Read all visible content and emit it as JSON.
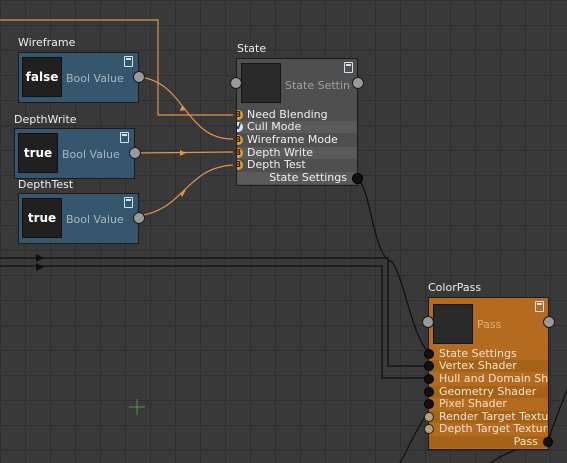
{
  "colors": {
    "bool_node": "#35566c",
    "state_node": "#4f4f4f",
    "pass_node": "#b56b1f",
    "wire_orange": "#e0954a",
    "wire_black": "#0e0e0e",
    "cursor": "#28b028"
  },
  "nodes": {
    "wireframe": {
      "title": "Wireframe",
      "value": "false",
      "label": "Bool Value"
    },
    "depthwrite": {
      "title": "DepthWrite",
      "value": "true",
      "label": "Bool Value"
    },
    "depthtest": {
      "title": "DepthTest",
      "value": "true",
      "label": "Bool Value"
    },
    "state": {
      "title": "State",
      "header": "State Settings",
      "inputs": [
        "Need Blending",
        "Cull Mode",
        "Wireframe Mode",
        "Depth Write",
        "Depth Test"
      ],
      "input_badges": [
        "B",
        "V",
        "B",
        "B",
        "B"
      ],
      "output": "State Settings"
    },
    "colorpass": {
      "title": "ColorPass",
      "header": "Pass",
      "inputs": [
        "State Settings",
        "Vertex Shader",
        "Hull and Domain Shader",
        "Geometry Shader",
        "Pixel Shader",
        "Render Target Texture",
        "Depth Target Texture"
      ],
      "output": "Pass"
    }
  }
}
